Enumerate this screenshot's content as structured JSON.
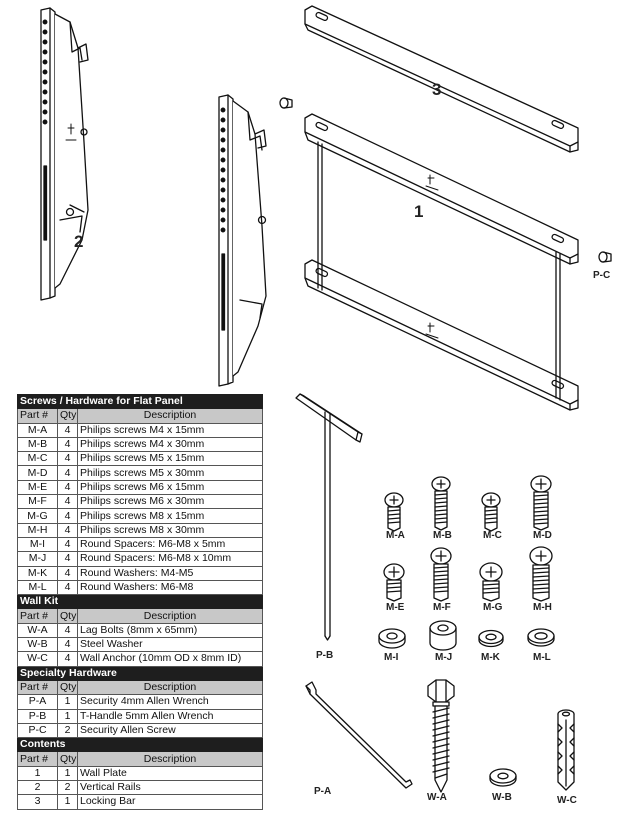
{
  "callouts": {
    "one": "1",
    "two": "2",
    "three": "3",
    "pc_top": "P-C"
  },
  "hardware_labels": {
    "ma": "M-A",
    "mb": "M-B",
    "mc": "M-C",
    "md": "M-D",
    "me": "M-E",
    "mf": "M-F",
    "mg": "M-G",
    "mh": "M-H",
    "mi": "M-I",
    "mj": "M-J",
    "mk": "M-K",
    "ml": "M-L",
    "pb": "P-B",
    "pa": "P-A",
    "wa": "W-A",
    "wb": "W-B",
    "wc": "W-C"
  },
  "table": {
    "col_part": "Part #",
    "col_qty": "Qty",
    "col_desc": "Description",
    "flat_panel": {
      "title": "Screws / Hardware for Flat Panel",
      "rows": [
        {
          "part": "M-A",
          "qty": "4",
          "desc": "Philips screws M4 x 15mm"
        },
        {
          "part": "M-B",
          "qty": "4",
          "desc": "Philips screws M4 x 30mm"
        },
        {
          "part": "M-C",
          "qty": "4",
          "desc": "Philips screws M5 x 15mm"
        },
        {
          "part": "M-D",
          "qty": "4",
          "desc": "Philips screws M5 x 30mm"
        },
        {
          "part": "M-E",
          "qty": "4",
          "desc": "Philips screws M6 x 15mm"
        },
        {
          "part": "M-F",
          "qty": "4",
          "desc": "Philips screws M6 x 30mm"
        },
        {
          "part": "M-G",
          "qty": "4",
          "desc": "Philips screws M8 x 15mm"
        },
        {
          "part": "M-H",
          "qty": "4",
          "desc": "Philips screws M8 x 30mm"
        },
        {
          "part": "M-I",
          "qty": "4",
          "desc": "Round Spacers:  M6-M8 x 5mm"
        },
        {
          "part": "M-J",
          "qty": "4",
          "desc": "Round Spacers:  M6-M8 x 10mm"
        },
        {
          "part": "M-K",
          "qty": "4",
          "desc": "Round Washers: M4-M5"
        },
        {
          "part": "M-L",
          "qty": "4",
          "desc": "Round Washers: M6-M8"
        }
      ]
    },
    "wall_kit": {
      "title": "Wall Kit",
      "rows": [
        {
          "part": "W-A",
          "qty": "4",
          "desc": "Lag Bolts (8mm x 65mm)"
        },
        {
          "part": "W-B",
          "qty": "4",
          "desc": "Steel Washer"
        },
        {
          "part": "W-C",
          "qty": "4",
          "desc": "Wall Anchor (10mm OD x 8mm ID)"
        }
      ]
    },
    "specialty": {
      "title": "Specialty Hardware",
      "rows": [
        {
          "part": "P-A",
          "qty": "1",
          "desc": "Security 4mm Allen Wrench"
        },
        {
          "part": "P-B",
          "qty": "1",
          "desc": "T-Handle 5mm Allen Wrench"
        },
        {
          "part": "P-C",
          "qty": "2",
          "desc": "Security Allen Screw"
        }
      ]
    },
    "contents": {
      "title": "Contents",
      "rows": [
        {
          "part": "1",
          "qty": "1",
          "desc": "Wall Plate"
        },
        {
          "part": "2",
          "qty": "2",
          "desc": "Vertical Rails"
        },
        {
          "part": "3",
          "qty": "1",
          "desc": "Locking Bar"
        }
      ]
    }
  }
}
